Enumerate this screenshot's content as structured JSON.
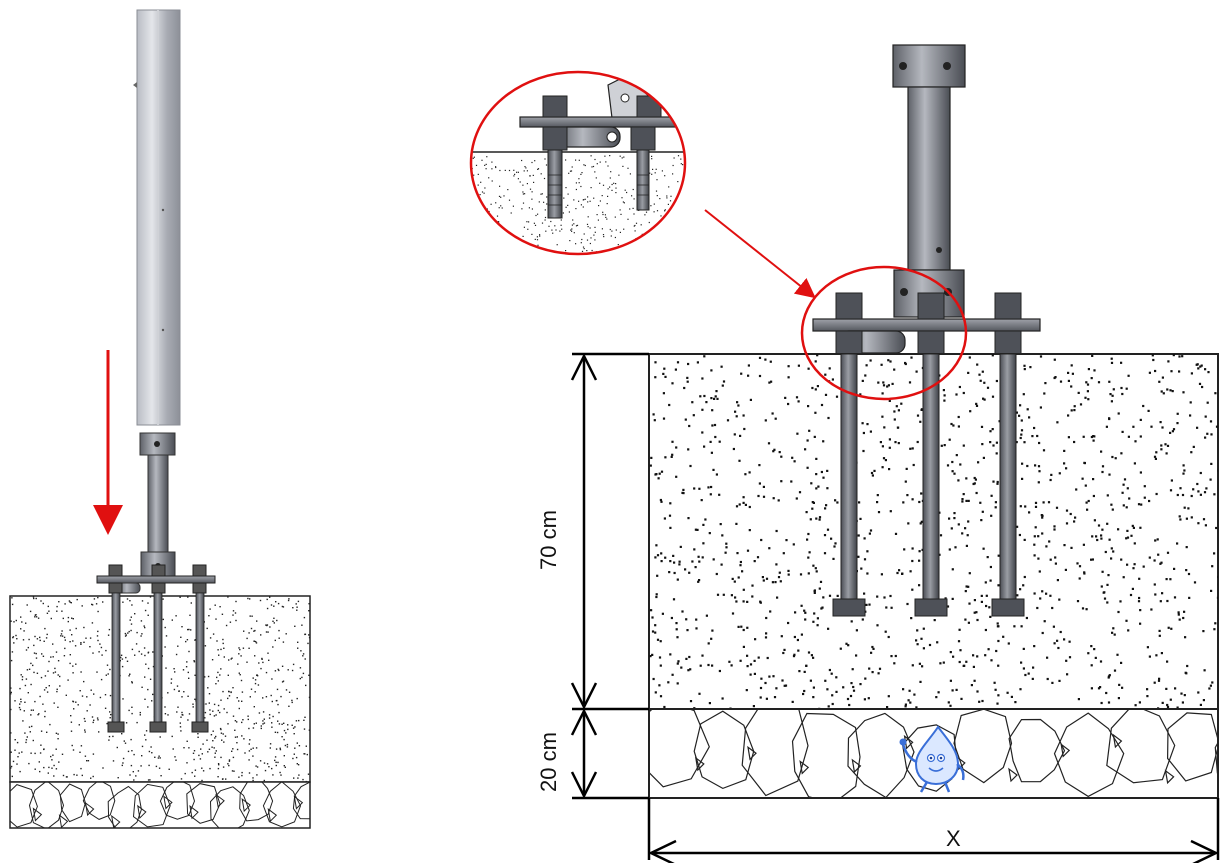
{
  "labels": {
    "height_concrete": "70 cm",
    "height_gravel": "20 cm",
    "width": "X"
  },
  "colors": {
    "pointer": "#e01010",
    "steel": "#7a7d85",
    "outline": "#222222",
    "mascot": "#3a6fd8"
  }
}
